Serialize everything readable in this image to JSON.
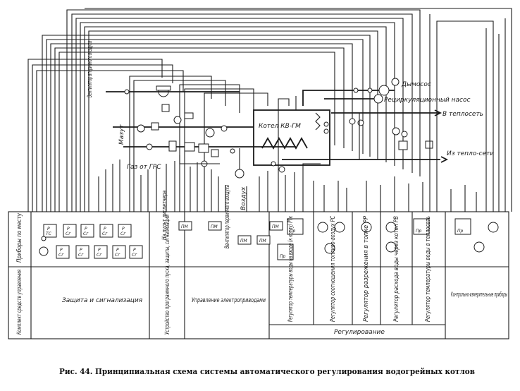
{
  "labels": {
    "fan_secondary_air": "Вентилятор вторичного воздуха",
    "mazut": "Мазут",
    "gas_from_grs": "Газ от ГРС",
    "boiler": "Котел КВ-ГМ",
    "smoke_exhauster": "Дымосос",
    "recirc_pump": "Рециркуляционный насос",
    "to_heat_network": "В теплосеть",
    "from_heat_network": "Из тепло-сети",
    "to_dispatcher_panel": "На пульт диспетчера",
    "primary_air_fan": "Вентилятор первичного воздуха",
    "air": "Воздух"
  },
  "panel": {
    "local_devices": "Приборы по месту",
    "control_kit": "Комплект средств управления",
    "protection": "Защита и сигнализация",
    "program_device": "Устройство программного пуска, защиты, сигнализации",
    "drive_control": "Управление электроприводами",
    "temp_regulator": "Регулятор температуры воды на входе (к котлу) РТк",
    "ratio_regulator": "Регулятор соотношения топливо-воздух РС",
    "vacuum_regulator": "Регулятор разрежения в топке РР",
    "flow_regulator": "Регулятор расхода воды через котел РВ",
    "outlet_temp_regulator": "Регулятор температуры воды в теплосеть",
    "instruments": "Контрольно-измерительные приборы",
    "regulation": "Регулирование"
  },
  "device_labels": {
    "pm": "ПМ",
    "p": "P",
    "pr": "Пр",
    "sg": "Сг",
    "tc": "ТС"
  },
  "caption": "Рис. 44. Принципиальная схема системы автоматического регулирования водогрейных котлов"
}
